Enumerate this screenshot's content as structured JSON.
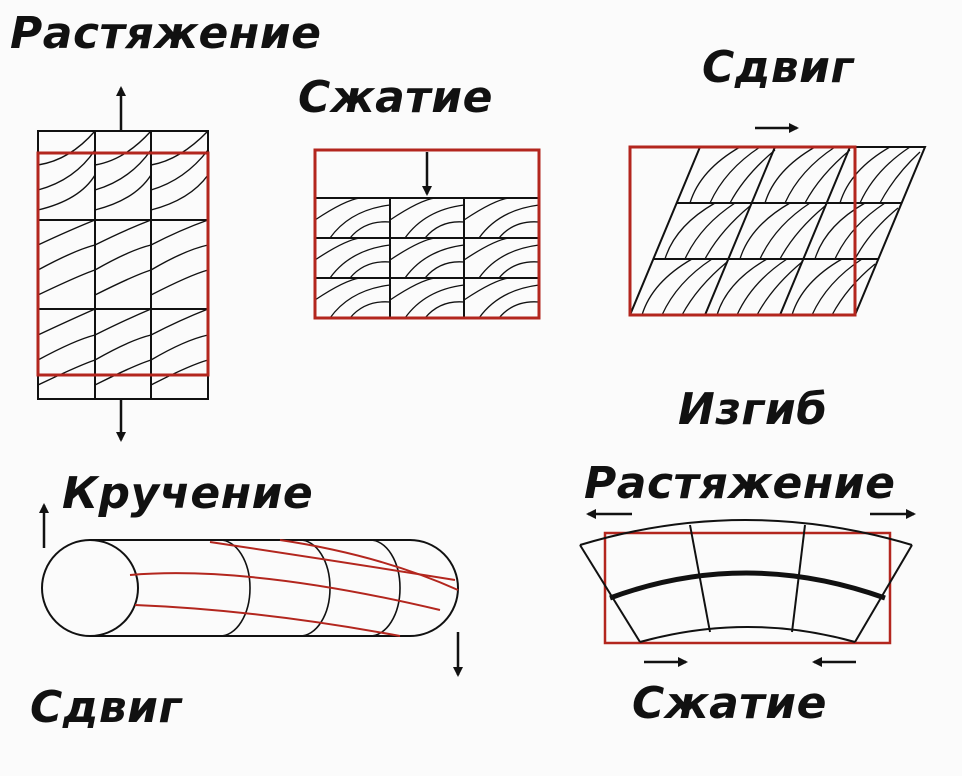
{
  "labels": {
    "tension": "Растяжение",
    "compression": "Сжатие",
    "shear_top": "Сдвиг",
    "bending": "Изгиб",
    "bending_tension": "Растяжение",
    "torsion": "Кручение",
    "shear_bottom": "Сдвиг",
    "bending_compression": "Сжатие"
  },
  "colors": {
    "outline": "#111111",
    "original_shape": "#b3261e"
  }
}
